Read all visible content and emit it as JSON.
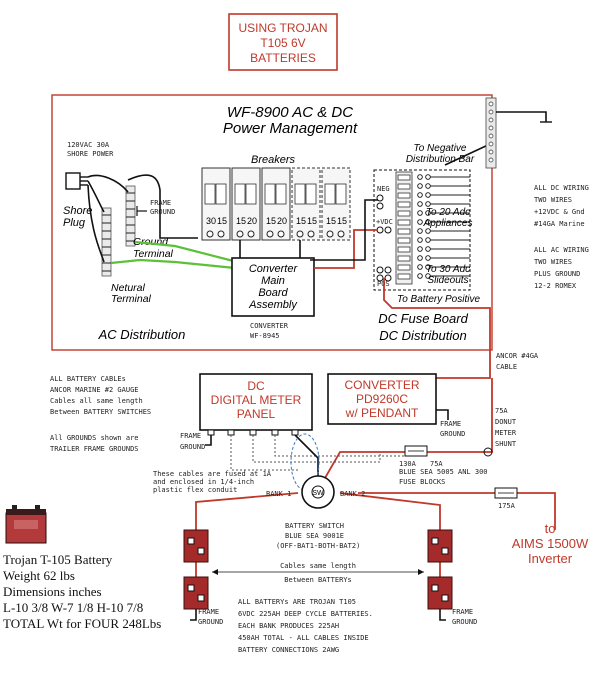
{
  "title_box": {
    "line1": "USING TROJAN",
    "line2": "T105 6V",
    "line3": "BATTERIES"
  },
  "panel": {
    "title1": "WF-8900 AC & DC",
    "title2": "Power Management",
    "shore_power": {
      "line1": "120VAC 30A",
      "line2": "SHORE POWER"
    },
    "shore_plug": {
      "line1": "Shore",
      "line2": "Plug"
    },
    "frame_ground": {
      "line1": "FRAME",
      "line2": "GROUND"
    },
    "ground_terminal": {
      "line1": "Ground",
      "line2": "Terminal"
    },
    "neutral_terminal": {
      "line1": "Netural",
      "line2": "Terminal"
    },
    "breakers_label": "Breakers",
    "breaker_values": [
      "30",
      "15",
      "15",
      "20",
      "15",
      "20",
      "15",
      "15",
      "15",
      "15"
    ],
    "converter_main": {
      "line1": "Converter",
      "line2": "Main",
      "line3": "Board",
      "line4": "Assembly"
    },
    "converter_model": {
      "line1": "CONVERTER",
      "line2": "WF-8945"
    },
    "ac_distribution": "AC Distribution",
    "neg_dist": {
      "line1": "To Negative",
      "line2": "Distribution Bar"
    },
    "neg": "NEG",
    "vdc": "+VDC",
    "pos": "POS",
    "to_20a": {
      "line1": "To 20 Adc",
      "line2": "Appliances"
    },
    "to_30a": {
      "line1": "To 30 Adc",
      "line2": "Slideouts"
    },
    "to_battery_pos": "To Battery Positive",
    "dc_fuse": {
      "line1": "DC Fuse Board",
      "line2": "DC Distribution"
    }
  },
  "right_notes": {
    "all_dc": [
      "ALL DC WIRING",
      "TWO WIRES",
      "+12VDC & Gnd",
      "#14GA Marine"
    ],
    "all_ac": [
      "ALL AC WIRING",
      "TWO WIRES",
      "PLUS GROUND",
      "12-2 ROMEX"
    ],
    "ancor": [
      "ANCOR #4GA",
      "CABLE"
    ],
    "shunt": [
      "75A",
      "DONUT",
      "METER",
      "SHUNT"
    ]
  },
  "left_notes": {
    "battery_cables": [
      "ALL BATTERY CABLEs",
      "ANCOR MARINE #2 GAUGE",
      "Cables all same length",
      "Between BATTERY SWITCHES"
    ],
    "grounds": [
      "All GROUNDS shown are",
      "TRAILER FRAME GROUNDS"
    ]
  },
  "dc_meter": {
    "line1": "DC",
    "line2": "DIGITAL METER",
    "line3": "PANEL"
  },
  "converter_pd": {
    "line1": "CONVERTER",
    "line2": "PD9260C",
    "line3": "w/ PENDANT"
  },
  "frame_ground_a": {
    "line1": "FRAME",
    "line2": "GROUND"
  },
  "frame_ground_b": {
    "line1": "FRAME",
    "line2": "GROUND"
  },
  "frame_ground_c": {
    "line1": "FRAME",
    "line2": "GROUND"
  },
  "frame_ground_d": {
    "line1": "FRAME",
    "line2": "GROUND"
  },
  "fuse_130a": "130A",
  "fuse_75a": "75A",
  "fuse_175a": "175A",
  "fuse_blocks": {
    "line1": "BLUE SEA 5005 ANL 300",
    "line2": "FUSE BLOCKS"
  },
  "conduit_note": [
    "These cables are fused at 1A",
    "and enclosed in 1/4-inch",
    "plastic flex conduit"
  ],
  "bank1": "BANK 1",
  "bank2": "BANK 2",
  "switch_knob": "SW",
  "battery_switch": {
    "line1": "BATTERY SWITCH",
    "line2": "BLUE SEA 9001E",
    "line3": "(OFF-BAT1-BOTH-BAT2)"
  },
  "cables_same": {
    "line1": "Cables same length",
    "line2": "Between BATTERYs"
  },
  "battery_note": [
    "ALL BATTERYs ARE TROJAN T105",
    "6VDC 225AH DEEP CYCLE BATTERIES.",
    "EACH BANK PRODUCES 225AH",
    "450AH TOTAL - ALL CABLES INSIDE",
    "BATTERY CONNECTIONS 2AWG"
  ],
  "trojan": [
    "Trojan T-105 Battery",
    "Weight 62 lbs",
    "Dimensions inches",
    "L-10 3/8  W-7 1/8  H-10 7/8",
    "TOTAL Wt for FOUR 248Lbs"
  ],
  "inverter": {
    "line1": "to",
    "line2": "AIMS 1500W",
    "line3": "Inverter"
  },
  "colors": {
    "red": "#c0392b",
    "green": "#5cc13a",
    "battery": "#a52a2a"
  }
}
